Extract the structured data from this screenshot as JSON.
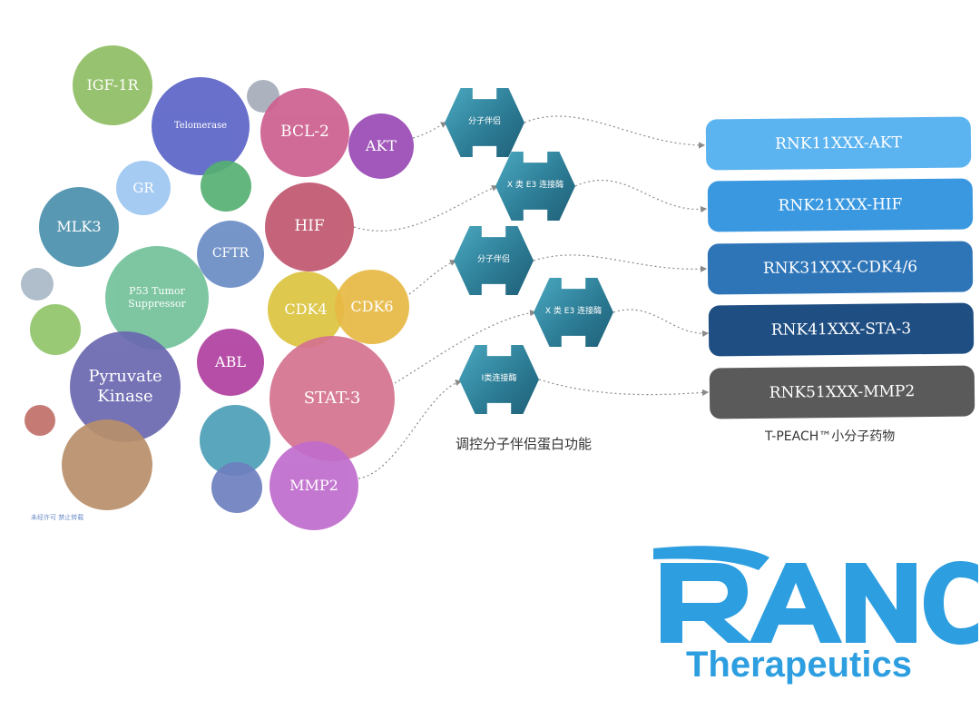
{
  "targets": [
    {
      "label": "IGF-1R",
      "color": "#8fbd63"
    },
    {
      "label": "Telomerase",
      "color": "#5b64c7"
    },
    {
      "label": "",
      "color": "#a6adb8"
    },
    {
      "label": "BCL-2",
      "color": "#cd5e8e"
    },
    {
      "label": "AKT",
      "color": "#9a4ab5"
    },
    {
      "label": "GR",
      "color": "#9fc7f2"
    },
    {
      "label": "",
      "color": "#56b072"
    },
    {
      "label": "MLK3",
      "color": "#4a90ad"
    },
    {
      "label": "HIF",
      "color": "#c0566e"
    },
    {
      "label": "CFTR",
      "color": "#6a8dc5"
    },
    {
      "label": "",
      "color": "#a8b8c6"
    },
    {
      "label": "P53 Tumor Suppressor",
      "color": "#72c29a"
    },
    {
      "label": "CDK4",
      "color": "#dcc440"
    },
    {
      "label": "CDK6",
      "color": "#e7b944"
    },
    {
      "label": "",
      "color": "#91c46a"
    },
    {
      "label": "Pyruvate Kinase",
      "color": "#6a67b0"
    },
    {
      "label": "ABL",
      "color": "#b040a0"
    },
    {
      "label": "STAT-3",
      "color": "#d4728f"
    },
    {
      "label": "",
      "color": "#c07068"
    },
    {
      "label": "",
      "color": "#4c9eb6"
    },
    {
      "label": "",
      "color": "#b88f6a"
    },
    {
      "label": "",
      "color": "#6d7fbe"
    },
    {
      "label": "MMP2",
      "color": "#c06ccd"
    }
  ],
  "mechanisms": [
    {
      "label": "分子伴侣"
    },
    {
      "label": "X 类 E3 连接酶"
    },
    {
      "label": "分子伴侣"
    },
    {
      "label": "X 类 E3 连接酶"
    },
    {
      "label": "I类连接酶"
    }
  ],
  "drugs": [
    {
      "label": "RNK11XXX-AKT",
      "color": "#5bb3f0"
    },
    {
      "label": "RNK21XXX-HIF",
      "color": "#3a98e0"
    },
    {
      "label": "RNK31XXX-CDK4/6",
      "color": "#2e75b8"
    },
    {
      "label": "RNK41XXX-STA-3",
      "color": "#1f4e82"
    },
    {
      "label": "RNK51XXX-MMP2",
      "color": "#5a5a5a"
    }
  ],
  "captions": {
    "mechanism_caption": "调控分子伴侣蛋白功能",
    "drug_caption": "T-PEACH™小分子药物"
  },
  "watermark": "未经许可 禁止转载",
  "logo": {
    "name": "RANOK",
    "subtitle": "Therapeutics",
    "color": "#2d9ee0"
  }
}
